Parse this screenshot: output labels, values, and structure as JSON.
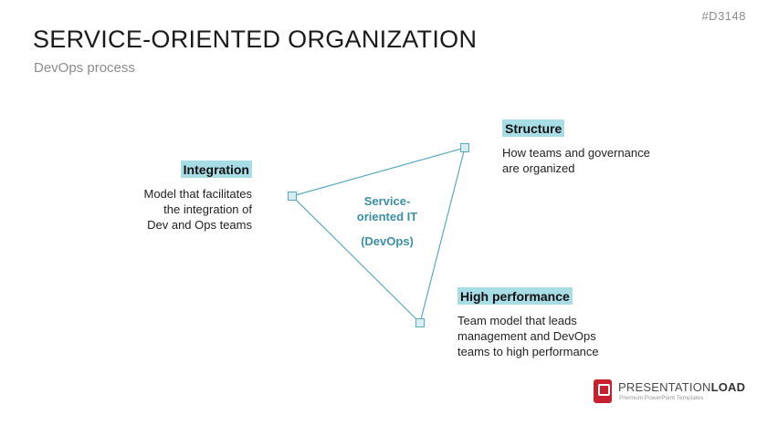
{
  "code_tag": "#D3148",
  "title": "SERVICE-ORIENTED ORGANIZATION",
  "subtitle": "DevOps process",
  "center": {
    "line1": "Service-",
    "line2": "oriented IT",
    "line3": "(DevOps)"
  },
  "nodes": {
    "integration": {
      "label": "Integration",
      "desc": [
        "Model that facilitates",
        "the integration of",
        "Dev and Ops teams"
      ]
    },
    "structure": {
      "label": "Structure",
      "desc": [
        "How teams and governance",
        "are organized"
      ]
    },
    "high_performance": {
      "label": "High performance",
      "desc": [
        "Team model that leads",
        "management and DevOps",
        "teams to high performance"
      ]
    }
  },
  "logo": {
    "brand_light": "PRESENTATION",
    "brand_bold": "LOAD",
    "tagline": "Premium PowerPoint Templates"
  },
  "colors": {
    "line": "#5aa9bf",
    "highlight": "#a9dde6",
    "node_fill": "#d4eef3",
    "accent_text": "#3a8fa6",
    "logo_red": "#c8202f"
  }
}
